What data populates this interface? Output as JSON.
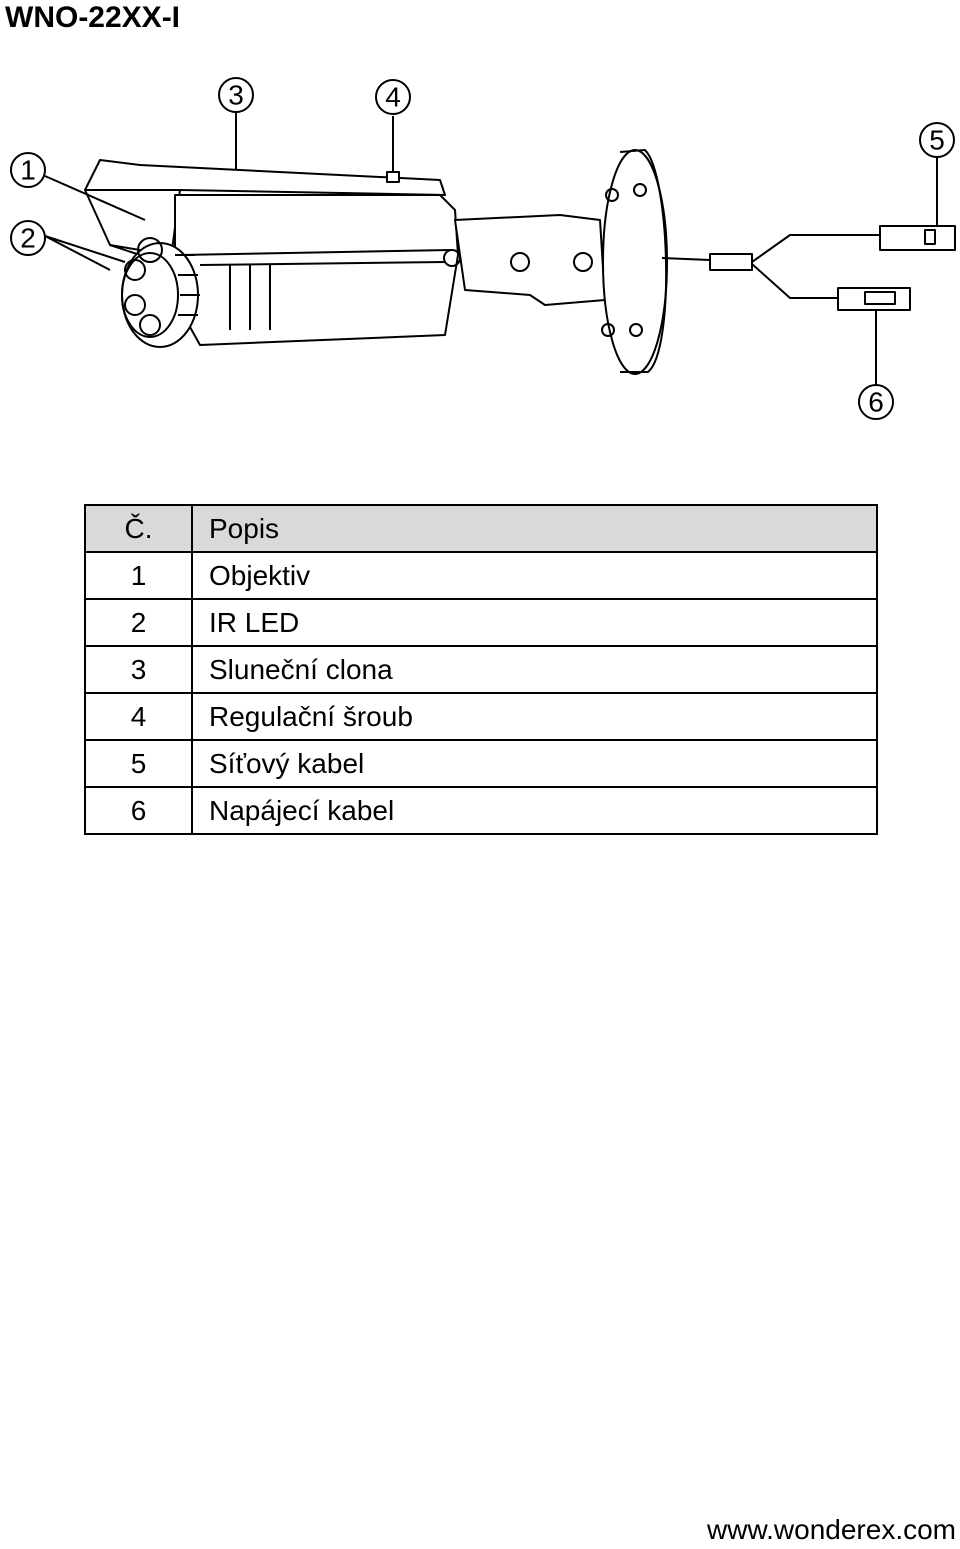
{
  "header": {
    "title": "WNO-22XX-I"
  },
  "figure": {
    "callouts": [
      {
        "number": "1"
      },
      {
        "number": "2"
      },
      {
        "number": "3"
      },
      {
        "number": "4"
      },
      {
        "number": "5"
      },
      {
        "number": "6"
      }
    ]
  },
  "table": {
    "headers": {
      "no": "Č.",
      "desc": "Popis"
    },
    "rows": [
      {
        "no": "1",
        "desc": "Objektiv"
      },
      {
        "no": "2",
        "desc": "IR LED"
      },
      {
        "no": "3",
        "desc": "Sluneční clona"
      },
      {
        "no": "4",
        "desc": "Regulační šroub"
      },
      {
        "no": "5",
        "desc": "Síťový kabel"
      },
      {
        "no": "6",
        "desc": "Napájecí kabel"
      }
    ]
  },
  "footer": {
    "url": "www.wonderex.com"
  }
}
